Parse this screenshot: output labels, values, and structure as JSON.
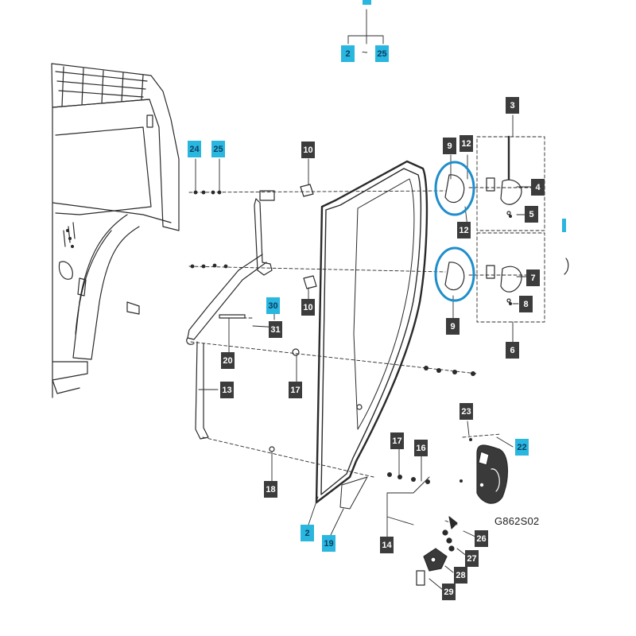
{
  "diagram": {
    "drawing_code": "G862S02",
    "range_separator": "~",
    "callouts": [
      {
        "id": "c-2-range",
        "text": "2",
        "style": "cyan"
      },
      {
        "id": "c-25-range",
        "text": "25",
        "style": "cyan"
      },
      {
        "id": "c-24",
        "text": "24",
        "style": "cyan"
      },
      {
        "id": "c-25",
        "text": "25",
        "style": "cyan"
      },
      {
        "id": "c-10a",
        "text": "10",
        "style": "dark"
      },
      {
        "id": "c-10b",
        "text": "10",
        "style": "dark"
      },
      {
        "id": "c-30",
        "text": "30",
        "style": "cyan"
      },
      {
        "id": "c-31",
        "text": "31",
        "style": "dark"
      },
      {
        "id": "c-20",
        "text": "20",
        "style": "dark"
      },
      {
        "id": "c-17a",
        "text": "17",
        "style": "dark"
      },
      {
        "id": "c-13",
        "text": "13",
        "style": "dark"
      },
      {
        "id": "c-18",
        "text": "18",
        "style": "dark"
      },
      {
        "id": "c-2",
        "text": "2",
        "style": "cyan"
      },
      {
        "id": "c-19",
        "text": "19",
        "style": "cyan"
      },
      {
        "id": "c-17b",
        "text": "17",
        "style": "dark"
      },
      {
        "id": "c-16",
        "text": "16",
        "style": "dark"
      },
      {
        "id": "c-14",
        "text": "14",
        "style": "dark"
      },
      {
        "id": "c-9a",
        "text": "9",
        "style": "dark"
      },
      {
        "id": "c-12a",
        "text": "12",
        "style": "dark"
      },
      {
        "id": "c-3",
        "text": "3",
        "style": "dark"
      },
      {
        "id": "c-4",
        "text": "4",
        "style": "dark"
      },
      {
        "id": "c-5",
        "text": "5",
        "style": "dark"
      },
      {
        "id": "c-12b",
        "text": "12",
        "style": "dark"
      },
      {
        "id": "c-7",
        "text": "7",
        "style": "dark"
      },
      {
        "id": "c-8",
        "text": "8",
        "style": "dark"
      },
      {
        "id": "c-9b",
        "text": "9",
        "style": "dark"
      },
      {
        "id": "c-6",
        "text": "6",
        "style": "dark"
      },
      {
        "id": "c-23",
        "text": "23",
        "style": "dark"
      },
      {
        "id": "c-22",
        "text": "22",
        "style": "cyan"
      },
      {
        "id": "c-26",
        "text": "26",
        "style": "dark"
      },
      {
        "id": "c-27",
        "text": "27",
        "style": "dark"
      },
      {
        "id": "c-28",
        "text": "28",
        "style": "dark"
      },
      {
        "id": "c-29",
        "text": "29",
        "style": "dark"
      }
    ]
  }
}
